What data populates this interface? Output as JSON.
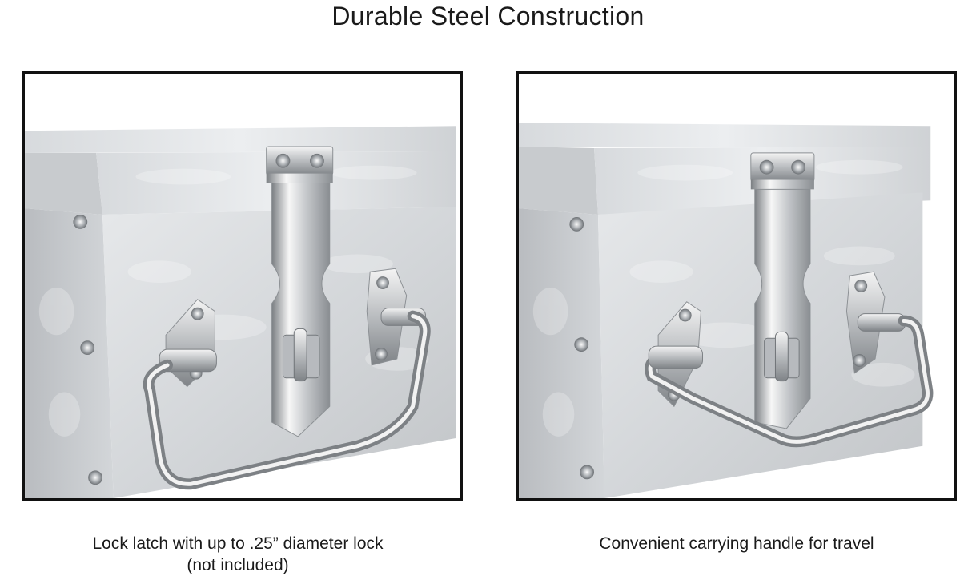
{
  "title": "Durable Steel Construction",
  "panels": [
    {
      "caption_line1": "Lock latch with up to .25” diameter lock",
      "caption_line2": "(not included)"
    },
    {
      "caption_line1": "Convenient carrying handle for travel",
      "caption_line2": ""
    }
  ],
  "colors": {
    "frame": "#111111",
    "steel_light": "#e4e6e8",
    "steel_mid": "#c9cccf",
    "steel_dark": "#9ea2a6",
    "chrome_highlight": "#f8f8f8",
    "chrome_shadow": "#6f7377"
  }
}
